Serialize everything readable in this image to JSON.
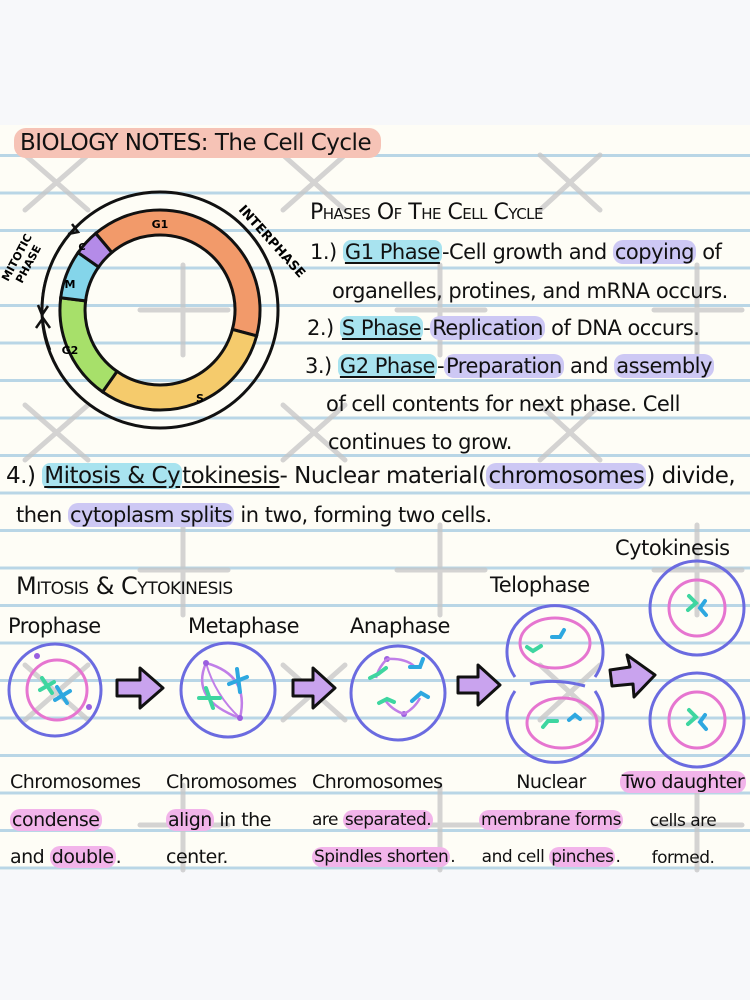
{
  "title": "BIOLOGY NOTES: The Cell Cycle",
  "colors": {
    "paper": "#fefdf6",
    "rule_line": "#b9d6e6",
    "title_highlight": "#f6c3b6",
    "blue_highlight": "#a8e3ef",
    "purple_highlight": "#cdc8f4",
    "pink_highlight": "#f2b4ea",
    "g1": "#f29a6a",
    "s": "#f5cb6c",
    "g2": "#a7e06a",
    "m": "#84d5ea",
    "c": "#b48be8",
    "cell_membrane": "#6b6be0",
    "nucleus": "#e675d0",
    "chromosome_green": "#3ed6a0",
    "chromosome_blue": "#2ea8e0",
    "arrow_fill": "#c9a3ee"
  },
  "cycle_diagram": {
    "segments": [
      {
        "label": "G1",
        "color": "#f29a6a"
      },
      {
        "label": "S",
        "color": "#f5cb6c"
      },
      {
        "label": "G2",
        "color": "#a7e06a"
      },
      {
        "label": "M",
        "color": "#84d5ea"
      },
      {
        "label": "C",
        "color": "#b48be8"
      }
    ],
    "outer_labels": {
      "interphase": "INTERPHASE",
      "mitotic_line1": "MITOTIC",
      "mitotic_line2": "PHASE"
    }
  },
  "phases": {
    "heading": "Phases Of The Cell Cycle",
    "items": [
      {
        "num": "1.)",
        "name": "G1 Phase",
        "dash": "-",
        "text_a": "Cell growth and ",
        "hl": "copying",
        "text_b": " of",
        "line2": "organelles, protines, and mRNA occurs."
      },
      {
        "num": "2.)",
        "name": "S Phase",
        "dash": "-",
        "hl": "Replication",
        "text_b": " of DNA occurs."
      },
      {
        "num": "3.)",
        "name": "G2 Phase",
        "dash": "-",
        "hl": "Preparation",
        "text_a": " and ",
        "hl2": "assembly",
        "line2": "of cell contents for next phase. Cell",
        "line3": "continues to grow."
      },
      {
        "num": "4.)",
        "name_a": "Mitosis & Cy",
        "name_b": "tokinesis",
        "dash": "-",
        "text_a": " Nuclear material(",
        "hl": "chromosomes",
        "text_b": ") divide,",
        "line2_a": "then ",
        "line2_hl": "cytoplasm splits",
        "line2_b": " in two, forming two cells."
      }
    ]
  },
  "mitosis": {
    "heading": "Mitosis & Cytokinesis",
    "stages": [
      {
        "label": "Prophase",
        "desc": [
          [
            "Chromosomes"
          ],
          [
            "",
            "condense",
            ""
          ],
          [
            "and ",
            "double",
            "."
          ]
        ]
      },
      {
        "label": "Metaphase",
        "desc": [
          [
            "Chromosomes"
          ],
          [
            "",
            "align",
            " in the"
          ],
          [
            "center."
          ]
        ]
      },
      {
        "label": "Anaphase",
        "desc": [
          [
            "Chromosomes"
          ],
          [
            "are ",
            "separated.",
            ""
          ],
          [
            "",
            "Spindles shorten",
            "."
          ]
        ]
      },
      {
        "label": "Telophase",
        "desc": [
          [
            "Nuclear"
          ],
          [
            "",
            "membrane forms",
            ""
          ],
          [
            "and cell ",
            "pinches",
            "."
          ]
        ]
      },
      {
        "label": "Cytokinesis",
        "desc": [
          [
            "",
            "Two daughter",
            ""
          ],
          [
            "cells are"
          ],
          [
            "formed."
          ]
        ]
      }
    ]
  }
}
